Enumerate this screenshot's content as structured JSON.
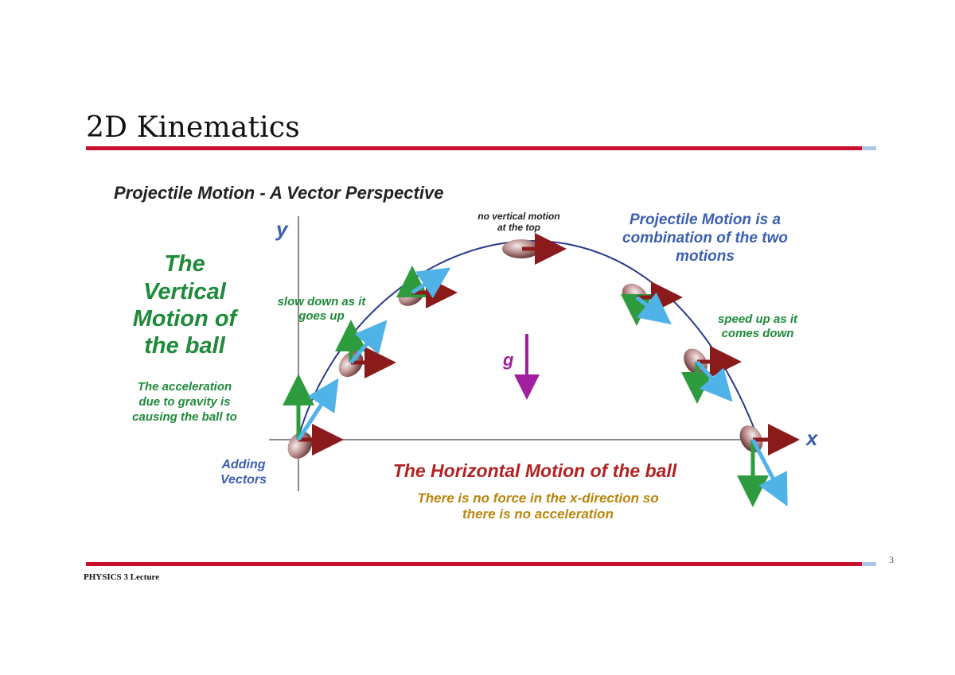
{
  "slide": {
    "title": "2D Kinematics",
    "footer": "PHYSICS 3 Lecture",
    "page_number": "3",
    "colors": {
      "rule_red": "#c8102e",
      "rule_blue": "#a9c8e8"
    }
  },
  "diagram": {
    "heading": "Projectile Motion - A Vector Perspective",
    "y_axis_label": "y",
    "x_axis_label": "x",
    "gravity_label": "g",
    "vertical_title": [
      "The",
      "Vertical",
      "Motion of",
      "the ball"
    ],
    "vertical_note": [
      "The acceleration",
      "due to gravity is",
      "causing the ball to"
    ],
    "slow_down": [
      "slow down as it",
      "goes up"
    ],
    "top_note": [
      "no vertical motion",
      "at the top"
    ],
    "combination_note": [
      "Projectile Motion is a",
      "combination of the two",
      "motions"
    ],
    "speed_up": [
      "speed up as it",
      "comes down"
    ],
    "adding_vectors": [
      "Adding",
      "Vectors"
    ],
    "horizontal_title": "The Horizontal Motion of the ball",
    "horizontal_note": [
      "There is no force in the x-direction so",
      "there is no acceleration"
    ],
    "colors": {
      "green_text": "#1e8a3a",
      "blue_text": "#3a5fb0",
      "red_text": "#b22222",
      "gold_text": "#b8860b",
      "purple": "#a020a0",
      "vertical_arrow": "#2e9b3e",
      "horizontal_arrow": "#8b1a1a",
      "velocity_arrow": "#4fb3e8"
    }
  }
}
